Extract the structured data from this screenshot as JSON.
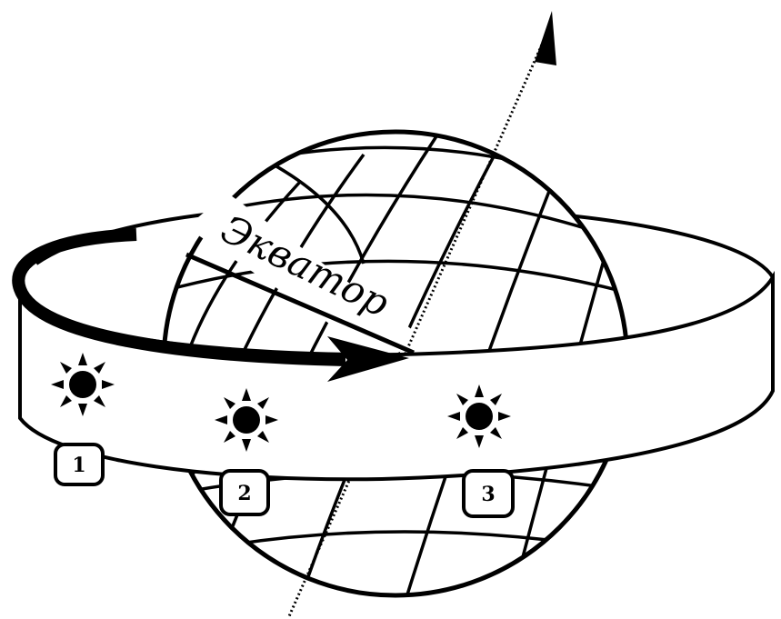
{
  "diagram": {
    "equator_label": "Экватор",
    "positions": [
      {
        "label": "1"
      },
      {
        "label": "2"
      },
      {
        "label": "3"
      }
    ],
    "colors": {
      "line": "#000000",
      "background": "#ffffff"
    },
    "icons": [
      "sun-icon",
      "sun-icon",
      "sun-icon"
    ]
  }
}
